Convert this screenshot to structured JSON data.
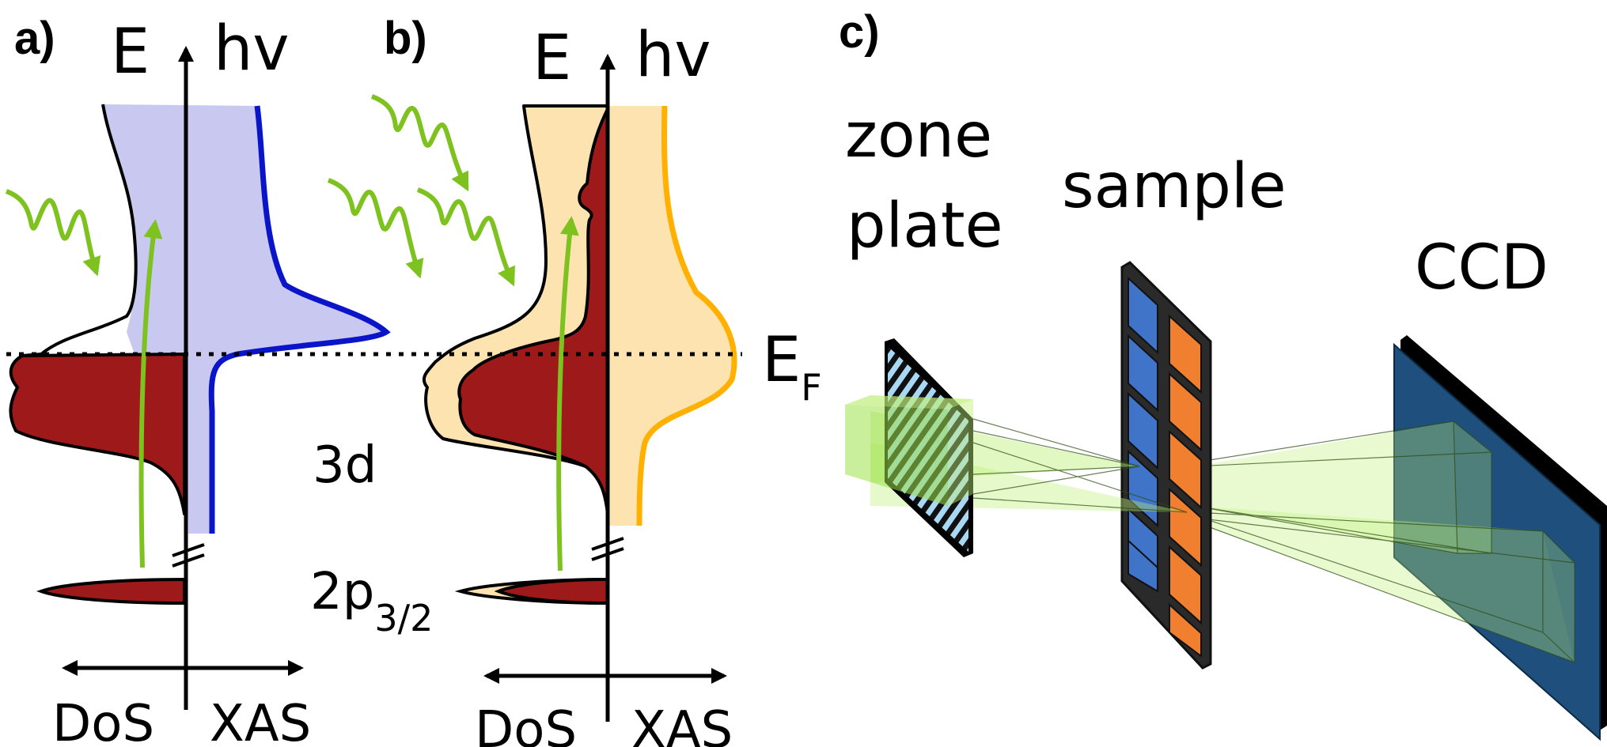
{
  "panels": {
    "a": {
      "label": "a)",
      "energy_axis": "E",
      "photon_axis": "hv",
      "dos_label": "DoS",
      "xas_label": "XAS",
      "band_label": "3d",
      "core_label": "2p",
      "core_subscript": "3/2"
    },
    "b": {
      "label": "b)",
      "energy_axis": "E",
      "photon_axis": "hv",
      "dos_label": "DoS",
      "xas_label": "XAS"
    },
    "c": {
      "label": "c)",
      "zone_plate_line1": "zone",
      "zone_plate_line2": "plate",
      "sample_label": "sample",
      "ccd_label": "CCD"
    }
  },
  "fermi_level": {
    "label": "E",
    "subscript": "F"
  },
  "colors": {
    "occupied": "#9e1a1a",
    "unoccupied_a": "#c8c8f0",
    "xas_a": "#0a14c8",
    "unoccupied_b": "#fde3b0",
    "xas_b": "#ffb000",
    "photon": "#7dc21e",
    "sample_blue": "#3f74c9",
    "sample_orange": "#f08030",
    "ccd": "#1f4f7c",
    "beam": "#bff07a"
  }
}
